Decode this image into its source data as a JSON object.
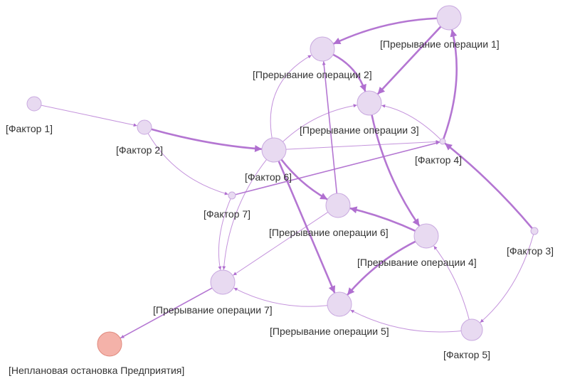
{
  "graph": {
    "colors": {
      "node_fill": "#e8daf1",
      "node_stroke": "#c9a9e0",
      "terminal_fill": "#f4b2a9",
      "terminal_stroke": "#e08a7e",
      "edge": "#b06fd0",
      "label": "#333333"
    },
    "nodes": [
      {
        "id": "f1",
        "label": "[Фактор 1]"
      },
      {
        "id": "f2",
        "label": "[Фактор 2]"
      },
      {
        "id": "f3",
        "label": "[Фактор 3]"
      },
      {
        "id": "f4",
        "label": "[Фактор 4]"
      },
      {
        "id": "f5",
        "label": "[Фактор 5]"
      },
      {
        "id": "f6",
        "label": "[Фактор 6]"
      },
      {
        "id": "f7",
        "label": "[Фактор 7]"
      },
      {
        "id": "op1",
        "label": "[Прерывание операции 1]"
      },
      {
        "id": "op2",
        "label": "[Прерывание операции 2]"
      },
      {
        "id": "op3",
        "label": "[Прерывание операции 3]"
      },
      {
        "id": "op4",
        "label": "[Прерывание операции 4]"
      },
      {
        "id": "op5",
        "label": "[Прерывание операции 5]"
      },
      {
        "id": "op6",
        "label": "[Прерывание операции 6]"
      },
      {
        "id": "op7",
        "label": "[Прерывание операции 7]"
      },
      {
        "id": "stop",
        "label": "[Неплановая остановка Предприятия]",
        "terminal": true
      }
    ],
    "edges": [
      {
        "from": "f1",
        "to": "f2",
        "weight": "light"
      },
      {
        "from": "f2",
        "to": "f6",
        "weight": "heavy"
      },
      {
        "from": "f2",
        "to": "f7",
        "weight": "light"
      },
      {
        "from": "f7",
        "to": "f4",
        "weight": "medium"
      },
      {
        "from": "f7",
        "to": "op7",
        "weight": "light"
      },
      {
        "from": "f6",
        "to": "op2",
        "weight": "light"
      },
      {
        "from": "f6",
        "to": "op3",
        "weight": "light"
      },
      {
        "from": "f6",
        "to": "f4",
        "weight": "light"
      },
      {
        "from": "f6",
        "to": "op6",
        "weight": "heavy"
      },
      {
        "from": "f6",
        "to": "op5",
        "weight": "heavy"
      },
      {
        "from": "f6",
        "to": "op7",
        "weight": "light"
      },
      {
        "from": "f4",
        "to": "op3",
        "weight": "light"
      },
      {
        "from": "f4",
        "to": "op1",
        "weight": "heavy"
      },
      {
        "from": "op1",
        "to": "op2",
        "weight": "heavy"
      },
      {
        "from": "op1",
        "to": "op3",
        "weight": "heavy"
      },
      {
        "from": "op2",
        "to": "op3",
        "weight": "heavy"
      },
      {
        "from": "op3",
        "to": "op4",
        "weight": "heavy"
      },
      {
        "from": "op6",
        "to": "op2",
        "weight": "medium"
      },
      {
        "from": "op6",
        "to": "op7",
        "weight": "light"
      },
      {
        "from": "op4",
        "to": "op6",
        "weight": "heavy"
      },
      {
        "from": "op4",
        "to": "op5",
        "weight": "heavy"
      },
      {
        "from": "f3",
        "to": "f4",
        "weight": "heavy"
      },
      {
        "from": "f3",
        "to": "f5",
        "weight": "light"
      },
      {
        "from": "f5",
        "to": "op4",
        "weight": "light"
      },
      {
        "from": "f5",
        "to": "op5",
        "weight": "light"
      },
      {
        "from": "op5",
        "to": "op7",
        "weight": "light"
      },
      {
        "from": "op7",
        "to": "stop",
        "weight": "medium"
      }
    ]
  }
}
